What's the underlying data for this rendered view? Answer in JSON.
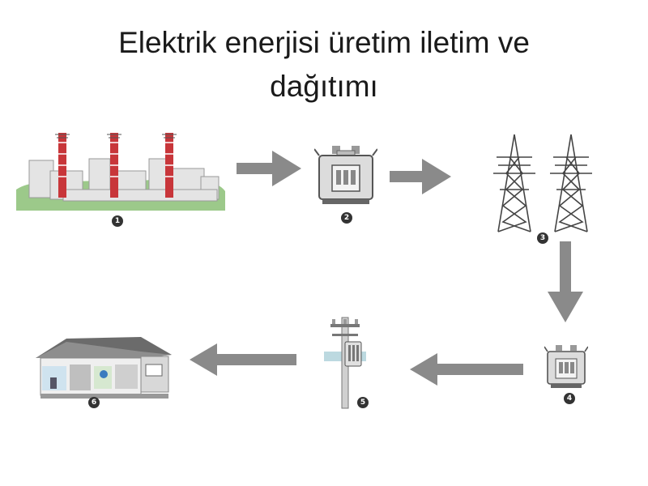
{
  "slide": {
    "title_line1": "Elektrik enerjisi üretim iletim ve",
    "title_line2": "dağıtımı"
  },
  "steps": [
    {
      "number": "1",
      "icon": "power-plant-icon"
    },
    {
      "number": "2",
      "icon": "step-up-transformer-icon"
    },
    {
      "number": "3",
      "icon": "transmission-towers-icon"
    },
    {
      "number": "4",
      "icon": "step-down-transformer-icon"
    },
    {
      "number": "5",
      "icon": "utility-pole-icon"
    },
    {
      "number": "6",
      "icon": "house-consumer-icon"
    }
  ],
  "colors": {
    "arrow": "#8a8a8a",
    "tower_red": "#c8363a",
    "building": "#e4e4e4",
    "ground": "#9cc98a"
  }
}
